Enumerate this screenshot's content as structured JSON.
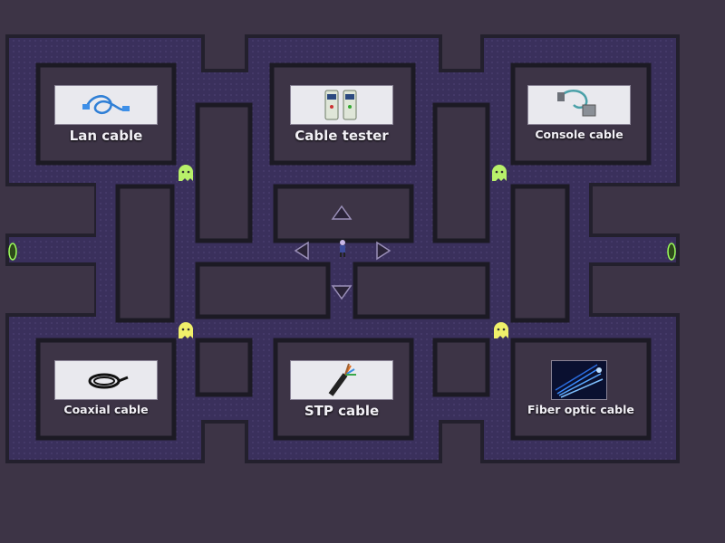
{
  "answers": [
    {
      "id": "lan",
      "label": "Lan cable",
      "icon": "lan-cable-icon"
    },
    {
      "id": "tester",
      "label": "Cable tester",
      "icon": "cable-tester-icon"
    },
    {
      "id": "console",
      "label": "Console cable",
      "icon": "console-cable-icon"
    },
    {
      "id": "coax",
      "label": "Coaxial cable",
      "icon": "coaxial-cable-icon"
    },
    {
      "id": "stp",
      "label": "STP cable",
      "icon": "stp-cable-icon"
    },
    {
      "id": "fiber",
      "label": "Fiber optic cable",
      "icon": "fiber-optic-icon"
    }
  ],
  "controls": {
    "up": "arrow-up-icon",
    "down": "arrow-down-icon",
    "left": "arrow-left-icon",
    "right": "arrow-right-icon"
  },
  "colors": {
    "background": "#3d3446",
    "maze_path": "#3b3160",
    "wall_frame": "#1e1c28",
    "ghost": "#b8f06a",
    "ghost_yellow": "#f0f06a",
    "tunnel_glow": "#9dff5a"
  }
}
